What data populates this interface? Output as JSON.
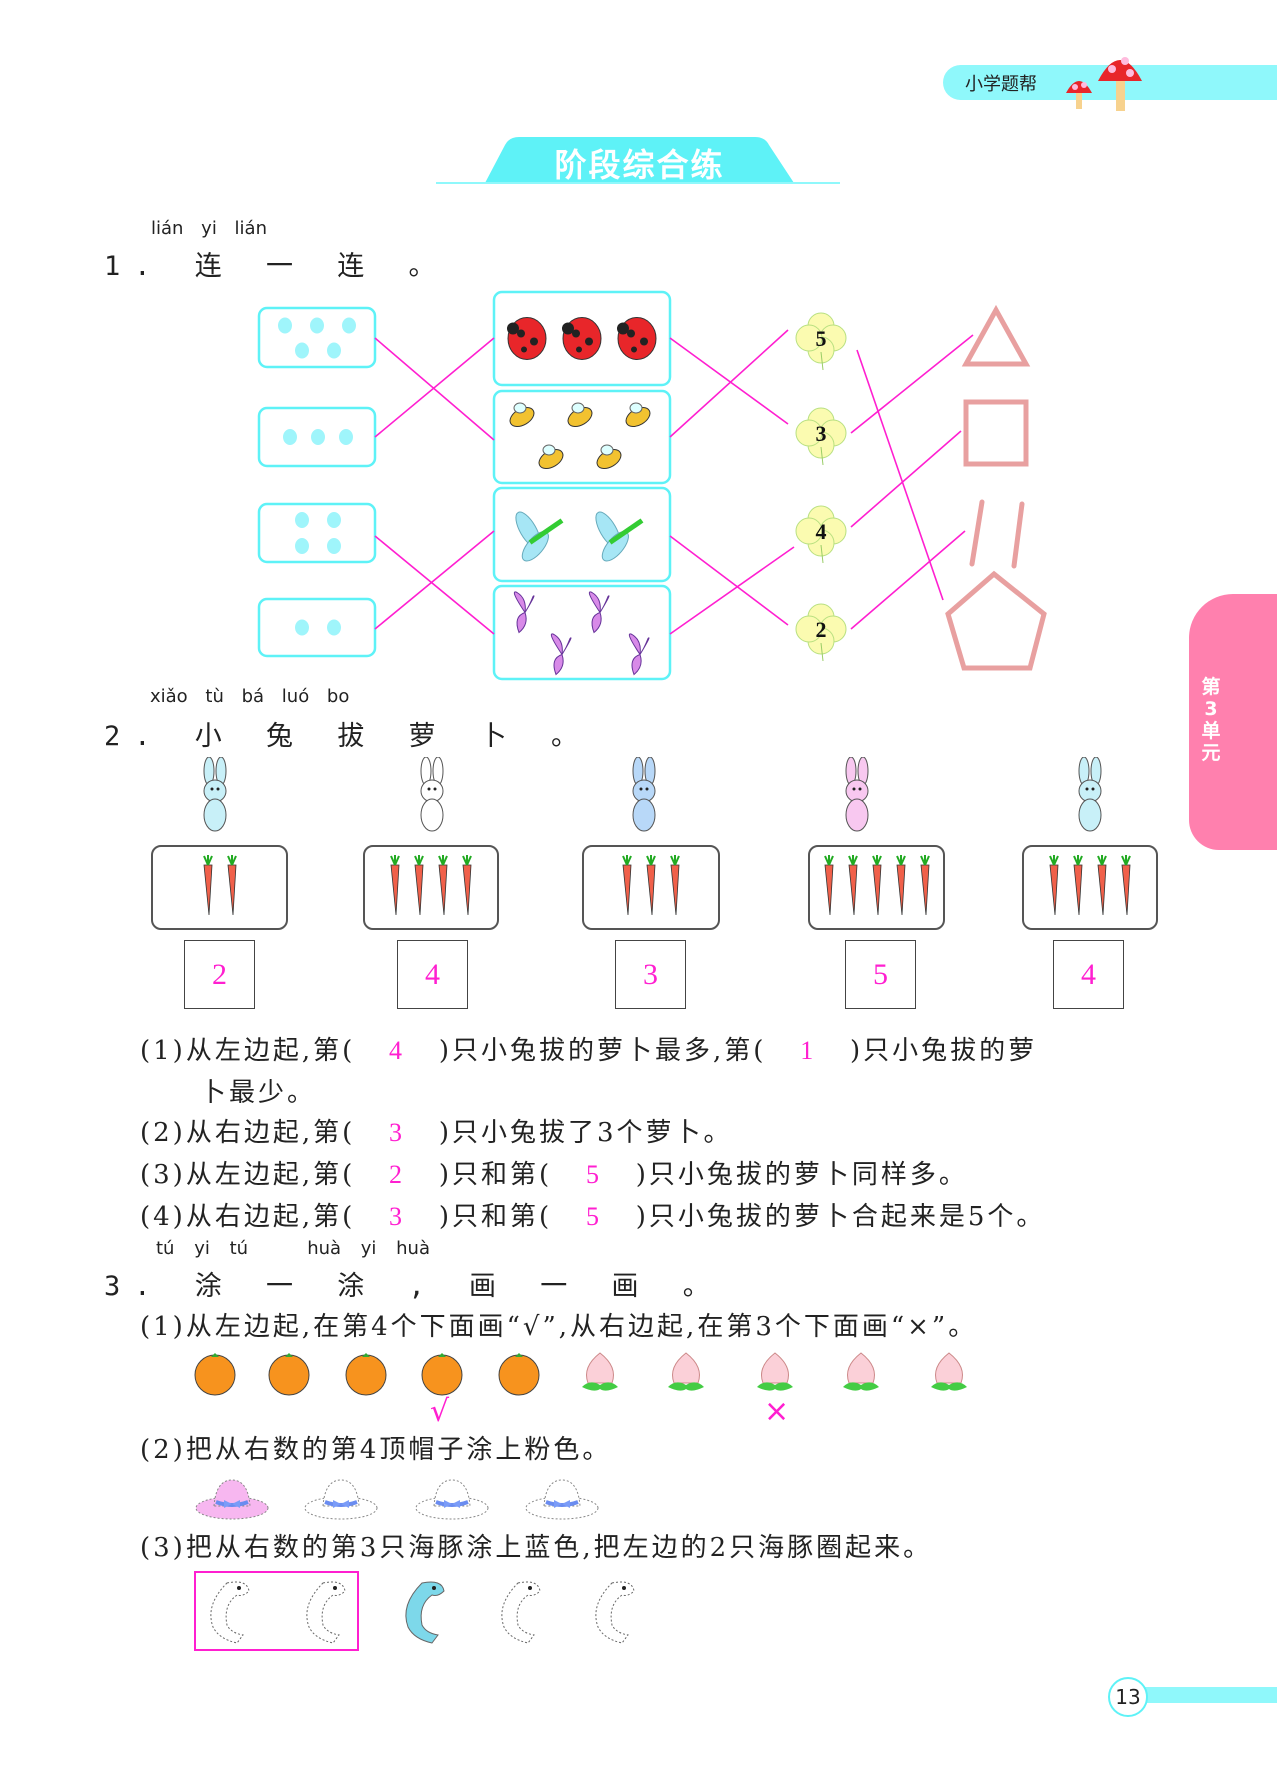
{
  "header": {
    "brand": "小学题帮",
    "accent": "#8ff8fb"
  },
  "title": "阶段综合练",
  "side_tab": "第3单元",
  "q1": {
    "pinyin": "lián yi lián",
    "label": "1. 连 一 连 。",
    "dot_counts": [
      5,
      3,
      4,
      2
    ],
    "insects": [
      {
        "name": "ladybug",
        "count": 3
      },
      {
        "name": "bee",
        "count": 5
      },
      {
        "name": "dragonfly",
        "count": 2
      },
      {
        "name": "butterfly",
        "count": 4
      }
    ],
    "clover_numbers": [
      "5",
      "3",
      "4",
      "2"
    ],
    "shapes": [
      "triangle",
      "square",
      "two-sticks",
      "pentagon"
    ],
    "line_color": "#ff1fd0"
  },
  "q2": {
    "pinyin": "xiǎo tù bá luó bo",
    "label": "2. 小 兔 拔 萝 卜 。",
    "carrot_counts": [
      2,
      4,
      3,
      5,
      4
    ],
    "box_answers": [
      "2",
      "4",
      "3",
      "5",
      "4"
    ],
    "subs": [
      [
        {
          "t": "(1)从左边起,第(   "
        },
        {
          "a": "4"
        },
        {
          "t": "   )只小兔拔的萝卜最多,第(   "
        },
        {
          "a": "1"
        },
        {
          "t": "   )只小兔拔的萝"
        }
      ],
      [
        {
          "t": "卜最少。"
        }
      ],
      [
        {
          "t": "(2)从右边起,第(   "
        },
        {
          "a": "3"
        },
        {
          "t": "   )只小兔拔了3个萝卜。"
        }
      ],
      [
        {
          "t": "(3)从左边起,第(   "
        },
        {
          "a": "2"
        },
        {
          "t": "   )只和第(   "
        },
        {
          "a": "5"
        },
        {
          "t": "   )只小兔拔的萝卜同样多。"
        }
      ],
      [
        {
          "t": "(4)从右边起,第(   "
        },
        {
          "a": "3"
        },
        {
          "t": "   )只和第(   "
        },
        {
          "a": "5"
        },
        {
          "t": "   )只小兔拔的萝卜合起来是5个。"
        }
      ]
    ]
  },
  "q3": {
    "pinyin": "tú yi tú   huà yi huà",
    "label": "3. 涂 一 涂 , 画 一 画 。",
    "sub1": "(1)从左边起,在第4个下面画“√”,从右边起,在第3个下面画“×”。",
    "fruits": [
      "orange",
      "orange",
      "orange",
      "orange",
      "orange",
      "peach",
      "peach",
      "peach",
      "peach",
      "peach"
    ],
    "check_mark": "√",
    "cross_mark": "×",
    "sub2": "(2)把从右数的第4顶帽子涂上粉色。",
    "hat_colored_index": 0,
    "sub3": "(3)把从右数的第3只海豚涂上蓝色,把左边的2只海豚圈起来。",
    "dolphin_colored_index": 2
  },
  "page_number": "13"
}
